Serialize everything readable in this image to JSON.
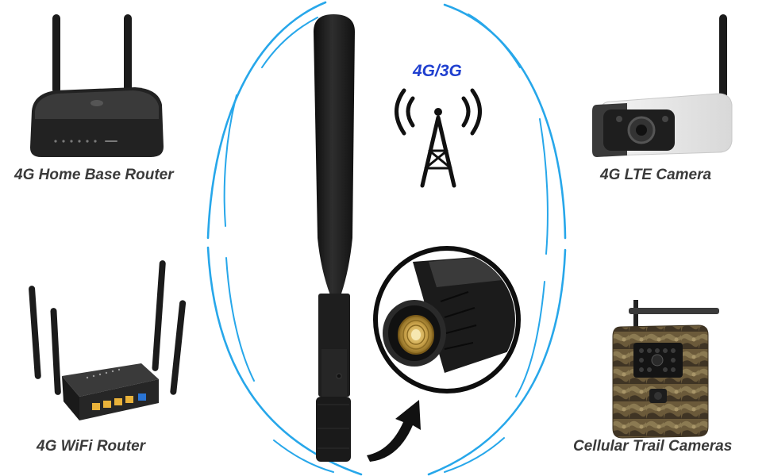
{
  "band": {
    "label": "4G/3G"
  },
  "devices": [
    {
      "caption": "4G Home Base Router"
    },
    {
      "caption": "4G LTE Camera"
    },
    {
      "caption": "4G WiFi Router"
    },
    {
      "caption": "Cellular Trail Cameras"
    }
  ],
  "colors": {
    "ellipse": "#27a7ea",
    "caption_text": "#3a3a3a",
    "band_text": "#1f3fcf",
    "antenna": "#1c1c1c",
    "connector_gold": "#c9a24a",
    "lan_port": "#e9b23a",
    "wan_port": "#2a74d4",
    "camo": "#6b5a3a"
  },
  "icons": [
    "cell-tower-icon",
    "curved-arrow-icon"
  ]
}
